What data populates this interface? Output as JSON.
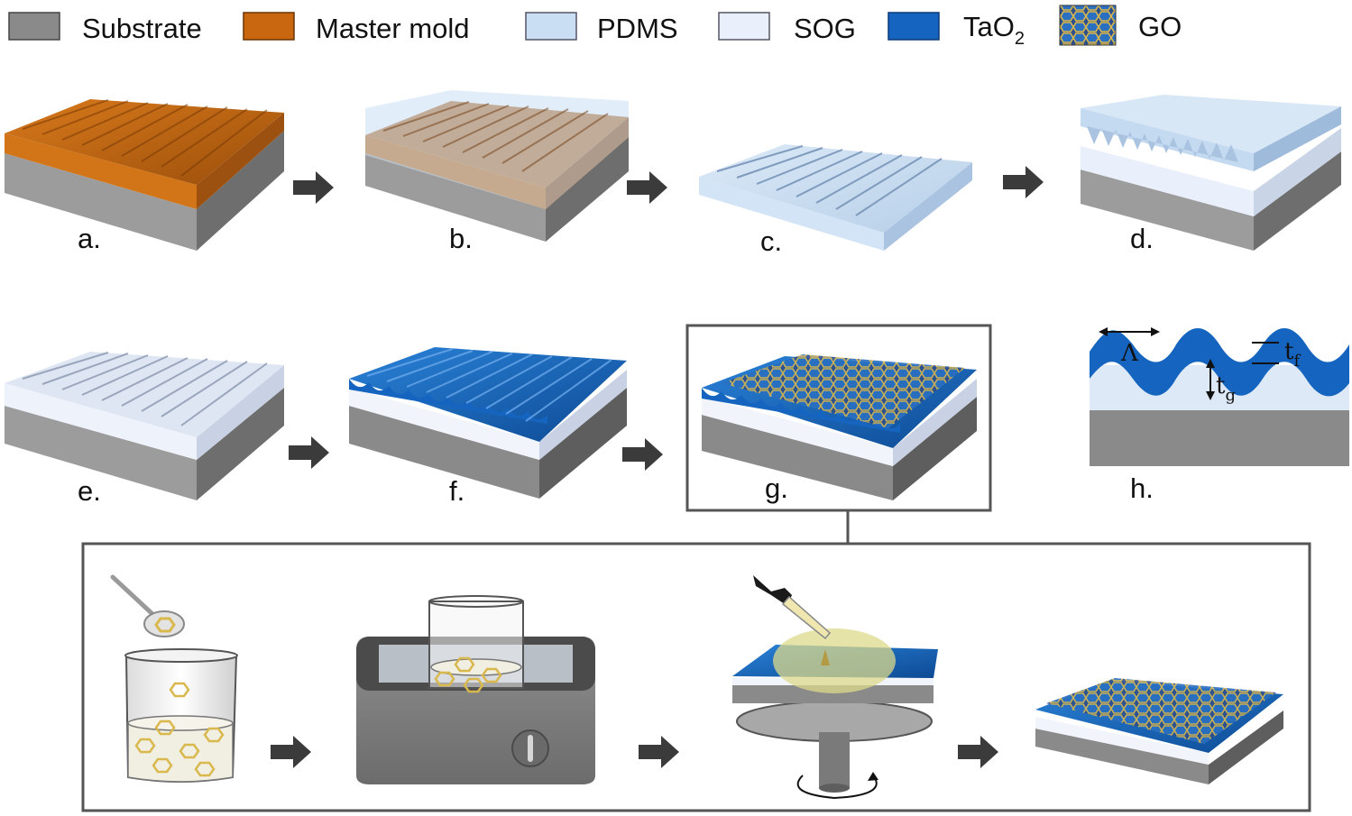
{
  "legend": {
    "items": [
      {
        "id": "substrate",
        "label": "Substrate",
        "color": "#8a8a8a"
      },
      {
        "id": "master_mold",
        "label": "Master mold",
        "color": "#c8670f"
      },
      {
        "id": "pdms",
        "label": "PDMS",
        "color": "#c9def2"
      },
      {
        "id": "sog",
        "label": "SOG",
        "color": "#eaf0fb"
      },
      {
        "id": "tao2",
        "label": "TaO",
        "sub": "2",
        "color": "#1565c0"
      },
      {
        "id": "go",
        "label": "GO",
        "color": "#d4b34a"
      }
    ]
  },
  "steps": [
    {
      "id": "a",
      "label": "a."
    },
    {
      "id": "b",
      "label": "b."
    },
    {
      "id": "c",
      "label": "c."
    },
    {
      "id": "d",
      "label": "d."
    },
    {
      "id": "e",
      "label": "e."
    },
    {
      "id": "f",
      "label": "f."
    },
    {
      "id": "g",
      "label": "g."
    },
    {
      "id": "h",
      "label": "h."
    }
  ],
  "cross_section": {
    "period_symbol": "Λ",
    "film_thickness": {
      "base": "t",
      "sub": "f"
    },
    "grating_depth": {
      "base": "t",
      "sub": "g"
    }
  },
  "colors": {
    "substrate_top": "#9a9a9a",
    "substrate_side": "#6e6e6e",
    "mold": "#c8670f",
    "pdms": "#c9def2",
    "sog": "#eaf0fb",
    "tao2": "#1565c0",
    "go": "#d9b84e",
    "arrow": "#3b3b3b"
  }
}
